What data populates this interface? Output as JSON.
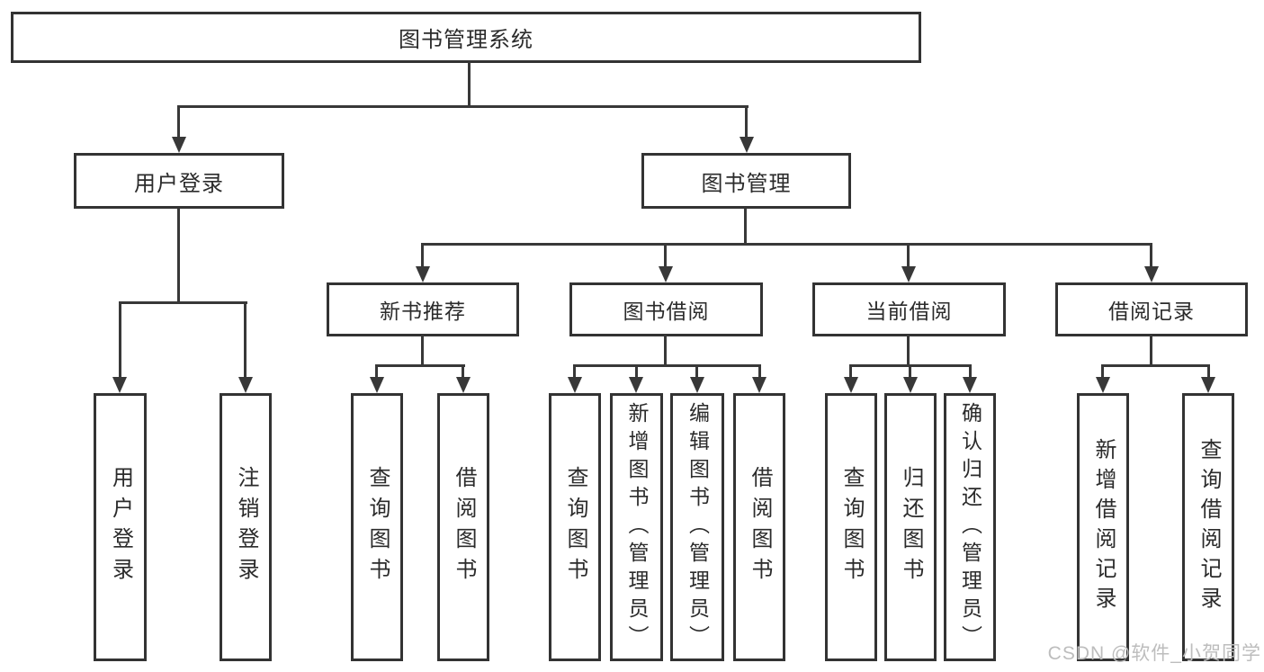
{
  "nodes": {
    "root": "图书管理系统",
    "level2": [
      "用户登录",
      "图书管理"
    ],
    "level3": [
      "新书推荐",
      "图书借阅",
      "当前借阅",
      "借阅记录"
    ],
    "leaves_user": [
      "用户登录",
      "注销登录"
    ],
    "leaves_recommend": [
      "查询图书",
      "借阅图书"
    ],
    "leaves_borrow": [
      "查询图书",
      "新增图书（管理员）",
      "编辑图书（管理员）",
      "借阅图书"
    ],
    "leaves_current": [
      "查询图书",
      "归还图书",
      "确认归还（管理员）"
    ],
    "leaves_records": [
      "新增借阅记录",
      "查询借阅记录"
    ]
  },
  "watermark": "CSDN @软件_小贺同学",
  "colors": {
    "line": "#383838",
    "border": "#333333",
    "text": "#2b2b2b",
    "watermark": "#bdbdbd",
    "background": "#ffffff"
  }
}
